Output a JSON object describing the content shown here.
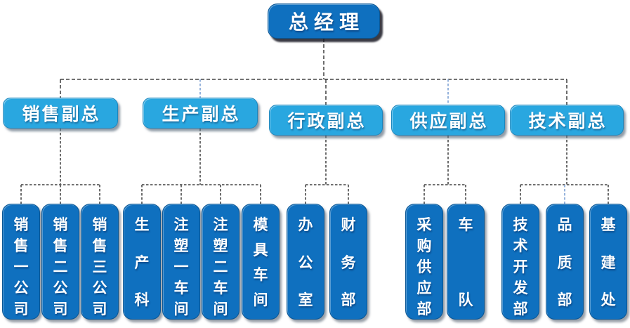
{
  "chart": {
    "type": "org-chart",
    "root": {
      "label": "总经理"
    },
    "branches": [
      {
        "label": "销售副总",
        "children": [
          "销售一公司",
          "销售二公司",
          "销售三公司"
        ]
      },
      {
        "label": "生产副总",
        "children": [
          "生产科",
          "注塑一车间",
          "注塑二车间",
          "模具车间"
        ]
      },
      {
        "label": "行政副总",
        "children": [
          "办公室",
          "财务部"
        ]
      },
      {
        "label": "供应副总",
        "children": [
          "采购供应部",
          "车队"
        ]
      },
      {
        "label": "技术副总",
        "children": [
          "技术开发部",
          "品质部",
          "基建处"
        ]
      }
    ],
    "colors": {
      "primary_blue": "#0F70BF",
      "secondary_blue": "#29A7E0",
      "connector_dark": "#1F1F1F",
      "connector_gray": "#5D5D5D",
      "connector_light_blue": "#8AABD8",
      "text": "#FFFFFF",
      "background": "#FFFFFF"
    }
  }
}
